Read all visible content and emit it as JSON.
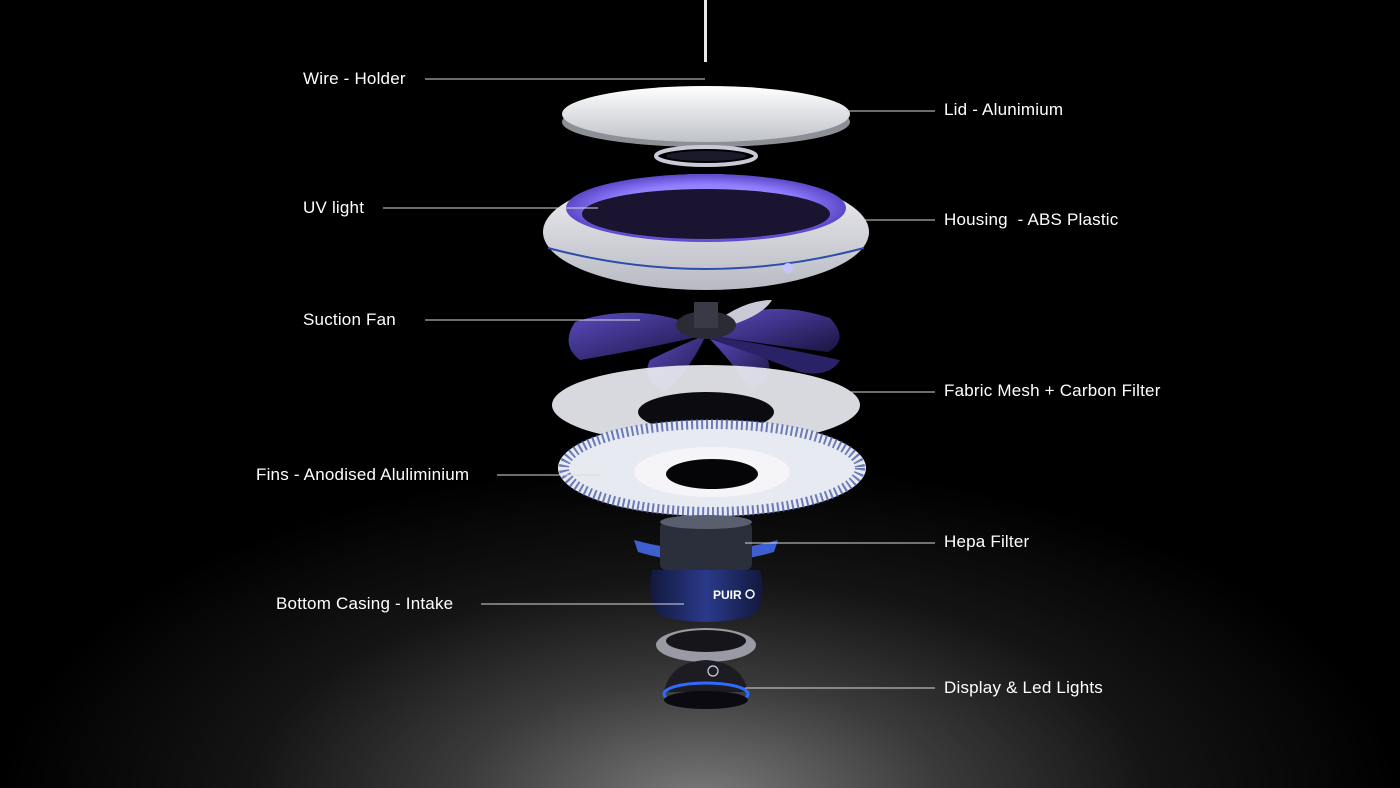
{
  "labels": {
    "wire_holder": "Wire - Holder",
    "lid": "Lid - Alunimium",
    "uv_light": "UV light",
    "housing": "Housing  - ABS Plastic",
    "suction_fan": "Suction Fan",
    "fabric_mesh": "Fabric Mesh + Carbon Filter",
    "fins": "Fins - Anodised Aluliminium",
    "hepa_filter": "Hepa Filter",
    "bottom_casing": "Bottom Casing - Intake",
    "display": "Display & Led Lights"
  },
  "brand_text": "PUIR",
  "colors": {
    "uv_glow": "#8f7dff",
    "accent_blue": "#2f6bff",
    "casing_navy": "#1d2a6a",
    "fan_purple": "#3a2f8f"
  }
}
